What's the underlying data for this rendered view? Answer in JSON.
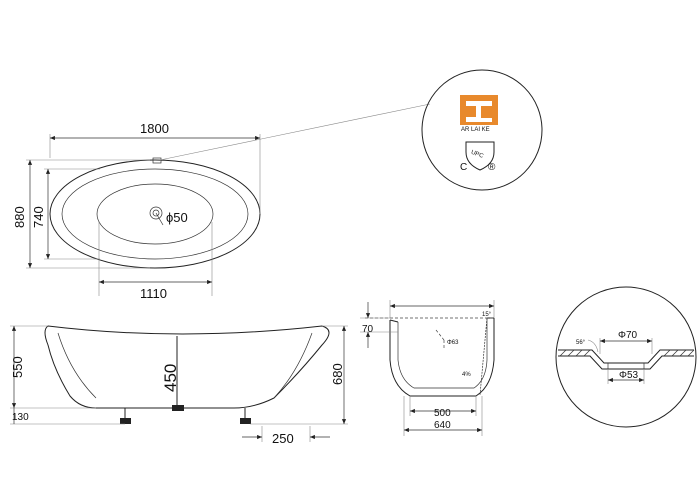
{
  "top_view": {
    "length": "1800",
    "width": "880",
    "inner_width": "740",
    "inner_length": "1110",
    "drain": "ϕ50"
  },
  "logo": {
    "brand": "AR LAI KE",
    "cert": "UPC",
    "c_mark": "C",
    "reg_mark": "®",
    "brand_color": "#e8892c"
  },
  "side_view": {
    "total_height": "680",
    "body_height": "550",
    "inner_depth": "450",
    "foot_height": "130",
    "offset": "250"
  },
  "section_view": {
    "rim": "70",
    "angle": "15°",
    "overflow": "Φ63",
    "slope": "4%",
    "base_width": "500",
    "width": "640"
  },
  "drain_detail": {
    "angle": "56°",
    "outer_dia": "Φ70",
    "inner_dia": "Φ53"
  }
}
